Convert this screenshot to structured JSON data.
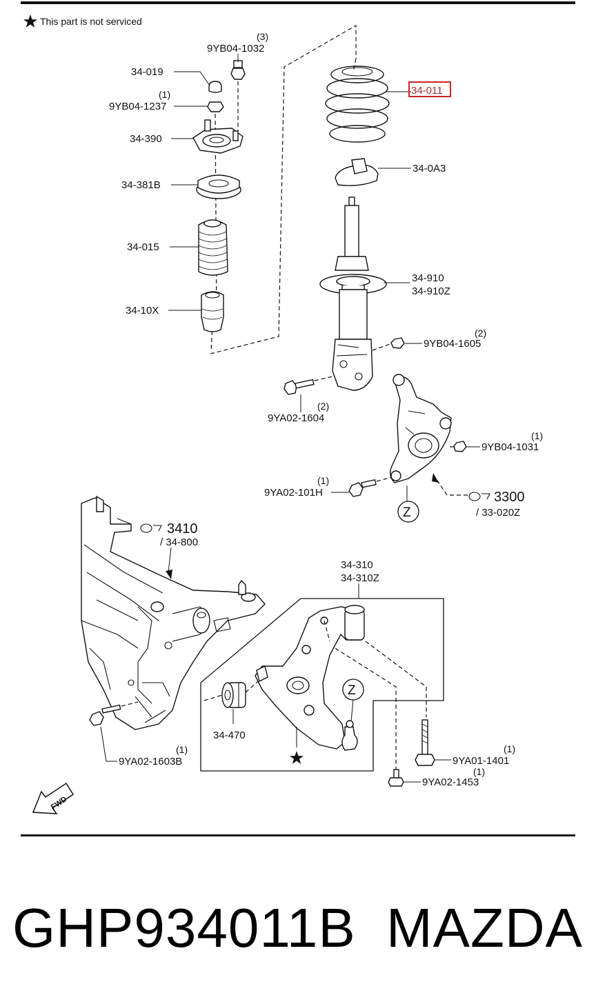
{
  "note": "This part is not serviced",
  "labels": {
    "l_34_019": "34-019",
    "l_9yb04_1032": "9YB04-1032",
    "q_9yb04_1032": "(3)",
    "l_9yb04_1237": "9YB04-1237",
    "q_9yb04_1237": "(1)",
    "l_34_390": "34-390",
    "l_34_381b": "34-381B",
    "l_34_015": "34-015",
    "l_34_10x": "34-10X",
    "l_34_011": "34-011",
    "l_34_0a3": "34-0A3",
    "l_34_910": "34-910",
    "l_34_910z": "34-910Z",
    "l_9yb04_1605": "9YB04-1605",
    "q_9yb04_1605": "(2)",
    "l_9ya02_1604": "9YA02-1604",
    "q_9ya02_1604": "(2)",
    "l_9yb04_1031": "9YB04-1031",
    "q_9yb04_1031": "(1)",
    "l_9ya02_101h": "9YA02-101H",
    "q_9ya02_101h": "(1)",
    "l_3300": "3300",
    "l_33_020z": "/ 33-020Z",
    "l_3410": "3410",
    "l_34_800": "/ 34-800",
    "l_34_310": "34-310",
    "l_34_310z": "34-310Z",
    "l_34_470": "34-470",
    "l_9ya02_1603b": "9YA02-1603B",
    "q_9ya02_1603b": "(1)",
    "l_9ya01_1401": "9YA01-1401",
    "q_9ya01_1401": "(1)",
    "l_9ya02_1453": "9YA02-1453",
    "q_9ya02_1453": "(1)",
    "z_marker": "Z",
    "fwd": "FWD"
  },
  "footer": {
    "part_number": "GHP934011B",
    "brand": "MAZDA"
  },
  "colors": {
    "ink": "#111111",
    "highlight": "#cc2222"
  }
}
